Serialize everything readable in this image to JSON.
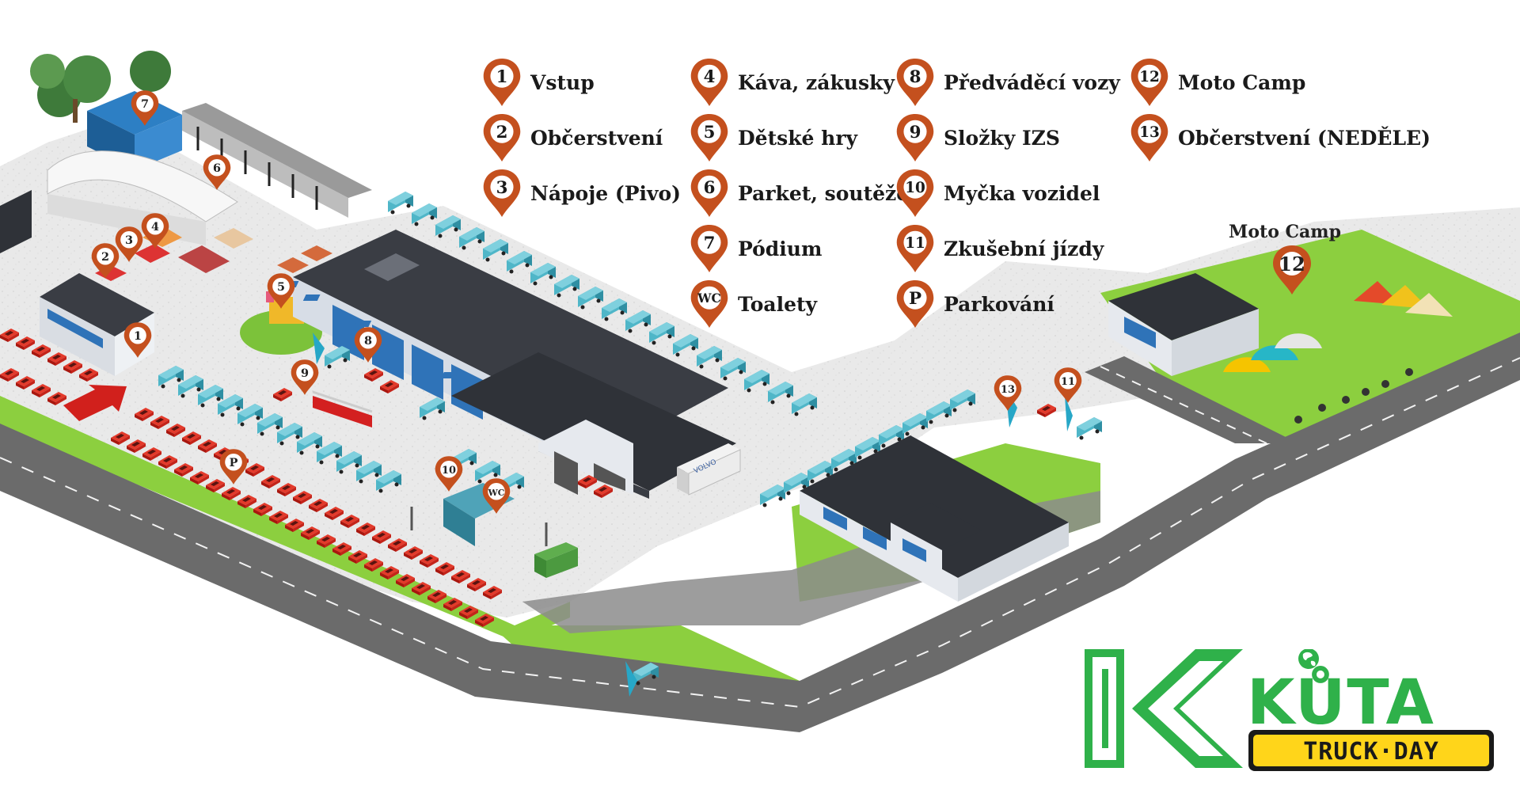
{
  "map": {
    "legend": [
      {
        "num": "1",
        "label": "Vstup"
      },
      {
        "num": "2",
        "label": "Občerstvení"
      },
      {
        "num": "3",
        "label": "Nápoje (Pivo)"
      },
      {
        "num": "4",
        "label": "Káva, zákusky"
      },
      {
        "num": "5",
        "label": "Dětské hry"
      },
      {
        "num": "6",
        "label": "Parket, soutěže"
      },
      {
        "num": "7",
        "label": "Pódium"
      },
      {
        "num": "WC",
        "label": "Toalety"
      },
      {
        "num": "8",
        "label": "Předváděcí vozy"
      },
      {
        "num": "9",
        "label": "Složky IZS"
      },
      {
        "num": "10",
        "label": "Myčka vozidel"
      },
      {
        "num": "11",
        "label": "Zkušební jízdy"
      },
      {
        "num": "P",
        "label": "Parkování"
      },
      {
        "num": "12",
        "label": "Moto Camp"
      },
      {
        "num": "13",
        "label": "Občerstvení (NEDĚLE)"
      }
    ],
    "area_labels": {
      "moto_camp": "Moto Camp"
    },
    "pins": {
      "p1": "1",
      "p2": "2",
      "p3": "3",
      "p4": "4",
      "p5": "5",
      "p6": "6",
      "p7": "7",
      "p8": "8",
      "p9": "9",
      "p10": "10",
      "p11": "11",
      "p12": "12",
      "p13": "13",
      "pP": "P",
      "pWC": "WC"
    },
    "vehicle_text": {
      "volvo": "VOLVO"
    }
  },
  "brand": {
    "name": "KŮTA",
    "tagline": "TRUCK·DAY"
  },
  "colors": {
    "pin_orange": "#c4501e",
    "grass": "#8ccf3f",
    "road": "#6b6b6b",
    "ground": "#e7e7e7",
    "roof": "#3a3d44",
    "truck_cyan": "#4fb6c8",
    "car_red": "#d32020",
    "brand_green": "#2fb14a",
    "brand_yellow": "#ffd51a"
  }
}
